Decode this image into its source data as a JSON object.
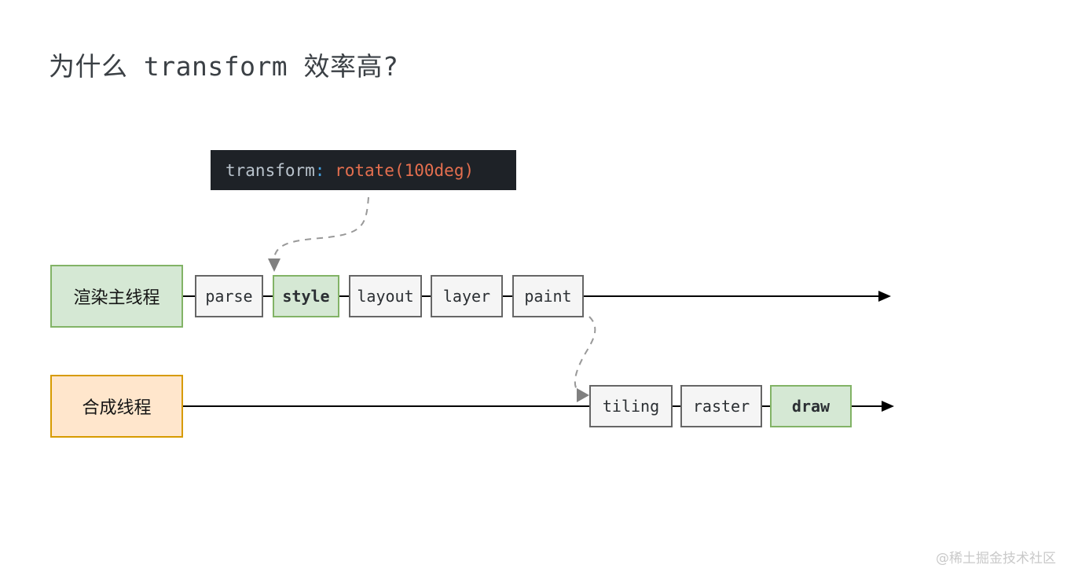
{
  "title": "为什么 transform 效率高?",
  "code_block": {
    "property": "transform",
    "colon": ":",
    "value": " rotate(100deg)",
    "background": "#1e2227",
    "property_color": "#b9c3cc",
    "colon_color": "#42a0e0",
    "value_color": "#e56f4f"
  },
  "threads": {
    "main": {
      "label": "渲染主线程",
      "stages": [
        {
          "label": "parse",
          "highlighted": false
        },
        {
          "label": "style",
          "highlighted": true
        },
        {
          "label": "layout",
          "highlighted": false
        },
        {
          "label": "layer",
          "highlighted": false
        },
        {
          "label": "paint",
          "highlighted": false
        }
      ]
    },
    "compositor": {
      "label": "合成线程",
      "stages": [
        {
          "label": "tiling",
          "highlighted": false
        },
        {
          "label": "raster",
          "highlighted": false
        },
        {
          "label": "draw",
          "highlighted": true
        }
      ]
    }
  },
  "colors": {
    "green_fill": "#d5e8d4",
    "green_border": "#82b366",
    "orange_fill": "#ffe6cc",
    "orange_border": "#d79b00",
    "gray_fill": "#f5f5f5",
    "gray_border": "#666666",
    "timeline": "#000000",
    "dashed_connector": "#999999"
  },
  "watermark": "@稀土掘金技术社区"
}
